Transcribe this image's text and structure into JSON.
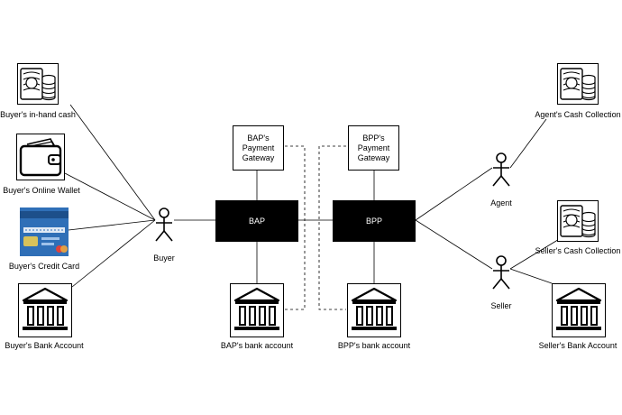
{
  "nodes": {
    "bap": "BAP",
    "bpp": "BPP",
    "bap_gateway": "BAP's\nPayment\nGateway",
    "bpp_gateway": "BPP's\nPayment\nGateway"
  },
  "actors": {
    "buyer": "Buyer",
    "agent": "Agent",
    "seller": "Seller"
  },
  "sources": {
    "buyer_cash": "Buyer's in-hand cash",
    "buyer_wallet": "Buyer's Online Wallet",
    "buyer_card": "Buyer's Credit Card",
    "buyer_bank": "Buyer's Bank Account",
    "bap_bank": "BAP's bank account",
    "bpp_bank": "BPP's bank account",
    "agent_cash": "Agent's Cash Collection",
    "seller_cash": "Seller's Cash Collection",
    "seller_bank": "Seller's Bank Account"
  },
  "icons": {
    "cash": "cash-stack-icon",
    "wallet": "wallet-icon",
    "card": "credit-card-icon",
    "bank": "bank-icon",
    "actor": "stick-figure-icon"
  },
  "colors": {
    "node_fill": "#000000",
    "node_text": "#ffffff",
    "card_blue": "#2f6fb7",
    "line": "#000000"
  }
}
